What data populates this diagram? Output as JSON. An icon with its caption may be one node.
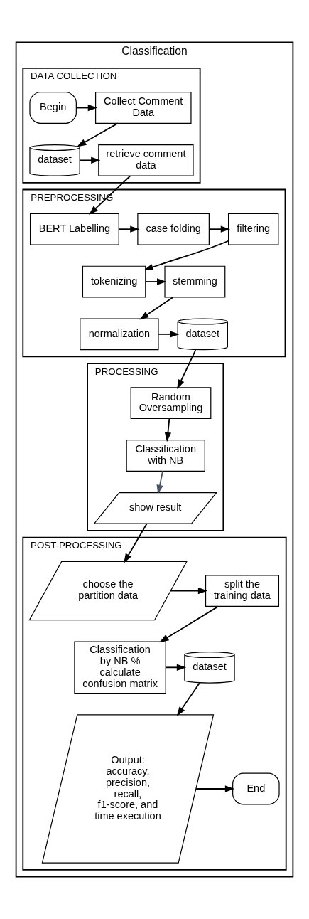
{
  "diagram": {
    "nodes": [
      {
        "text": [
          "Classification"
        ]
      },
      {
        "text": [
          "DATA COLLECTION"
        ],
        "in": 0
      },
      {
        "text": [
          "Begin"
        ],
        "in": 1
      },
      {
        "text": [
          "Collect Comment Data"
        ],
        "in": 1
      },
      {
        "text": [
          "dataset"
        ],
        "in": 1
      },
      {
        "text": [
          "retrieve comment data"
        ],
        "in": 1
      },
      {
        "text": [
          "PREPROCESSING"
        ],
        "in": 0
      },
      {
        "text": [
          "BERT Labelling"
        ],
        "in": 6
      },
      {
        "text": [
          "case folding"
        ],
        "in": 6
      },
      {
        "text": [
          "filtering"
        ],
        "in": 6
      },
      {
        "text": [
          "tokenizing"
        ],
        "in": 6
      },
      {
        "text": [
          "stemming"
        ],
        "in": 6
      },
      {
        "text": [
          "normalization"
        ],
        "in": 6
      },
      {
        "text": [
          "dataset"
        ],
        "in": 6
      },
      {
        "text": [
          "PROCESSING"
        ],
        "in": 0
      },
      {
        "text": [
          "Random Oversampling"
        ],
        "in": 14
      },
      {
        "text": [
          "Classification with NB"
        ],
        "in": 14
      },
      {
        "text": [
          "show result"
        ],
        "in": 14
      },
      {
        "text": [
          "POST-PROCESSING"
        ],
        "in": 0
      },
      {
        "text": [
          "choose the partition data"
        ],
        "in": 18
      },
      {
        "text": [
          "split the training data"
        ],
        "in": 18
      },
      {
        "text": [
          "Classification by NB % calculate confusion matrix"
        ],
        "in": 18
      },
      {
        "text": [
          "dataset"
        ],
        "in": 18
      },
      {
        "text": [
          "Output: accuracy, precision, recall, f1-score, and time execution"
        ],
        "in": 18
      },
      {
        "text": [
          "End"
        ],
        "in": 18
      }
    ],
    "edges": [
      {
        "from": 2,
        "to": 3,
        "arrow": "to"
      },
      {
        "from": 3,
        "to": 4,
        "arrow": "to"
      },
      {
        "from": 4,
        "to": 5,
        "arrow": "to"
      },
      {
        "from": 5,
        "to": 7,
        "arrow": "to"
      },
      {
        "from": 7,
        "to": 8,
        "arrow": "to"
      },
      {
        "from": 8,
        "to": 9,
        "arrow": "to"
      },
      {
        "from": 9,
        "to": 10,
        "arrow": "to"
      },
      {
        "from": 10,
        "to": 11,
        "arrow": "to"
      },
      {
        "from": 11,
        "to": 12,
        "arrow": "to"
      },
      {
        "from": 12,
        "to": 13,
        "arrow": "to"
      },
      {
        "from": 13,
        "to": 15,
        "arrow": "to"
      },
      {
        "from": 15,
        "to": 16,
        "arrow": "to"
      },
      {
        "from": 16,
        "to": 17,
        "arrow": "to",
        "color": "#4b5563"
      },
      {
        "from": 17,
        "to": 19,
        "arrow": "to"
      },
      {
        "from": 19,
        "to": 20,
        "arrow": "to"
      },
      {
        "from": 20,
        "to": 21,
        "arrow": "to"
      },
      {
        "from": 21,
        "to": 22,
        "arrow": "to"
      },
      {
        "from": 22,
        "to": 23,
        "arrow": "to"
      },
      {
        "from": 23,
        "to": 24,
        "arrow": "to"
      }
    ]
  }
}
